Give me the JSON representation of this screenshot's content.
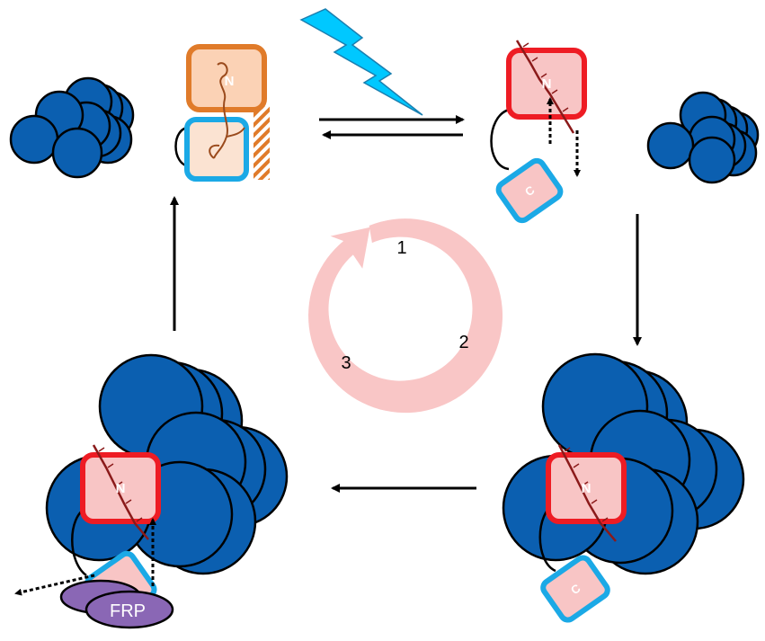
{
  "diagram": {
    "cycle_steps": [
      "1",
      "2",
      "3"
    ],
    "domain_labels": {
      "n_terminal": "N",
      "c_terminal": "C"
    },
    "frp_label": "FRP",
    "colors": {
      "phycobilisome": "#0b5fb0",
      "orange_state": "#e07b2a",
      "red_state": "#ee1c24",
      "c_domain_border": "#1ba9e6",
      "domain_fill": "#f8c5c5",
      "orange_fill": "#fbd2b5",
      "lightning": "#00c8ff",
      "cycle_arrow": "#f9c6c6",
      "frp": "#8a67b5",
      "carotenoid": "#8b1a1a"
    }
  }
}
